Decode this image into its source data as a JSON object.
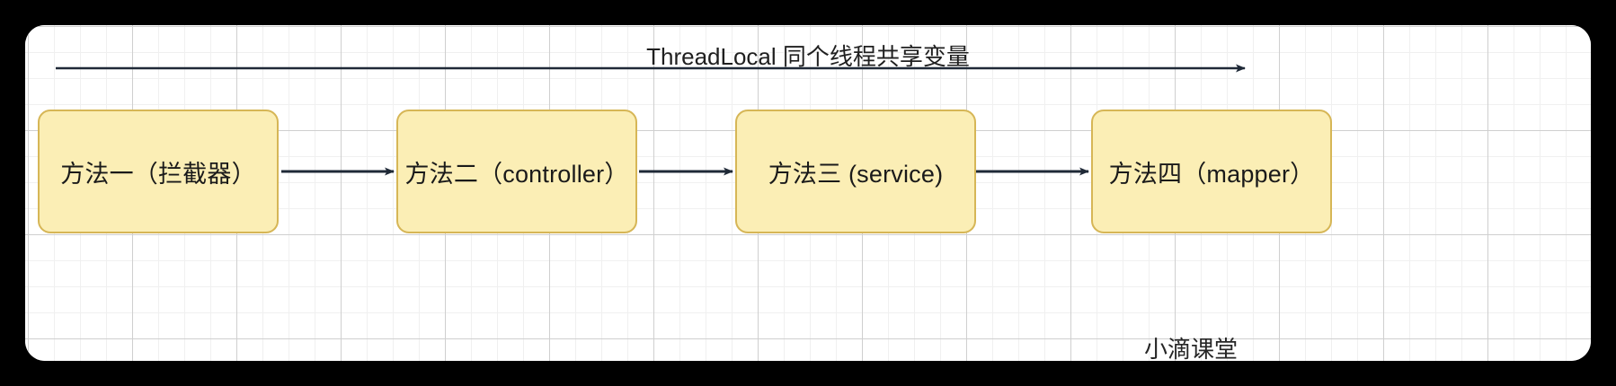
{
  "canvas": {
    "background_color": "#000000",
    "paper_color": "#ffffff",
    "grid_minor_color": "#f0f0f0",
    "grid_major_color": "#cfcfcf"
  },
  "diagram": {
    "title": "ThreadLocal 同个线程共享变量",
    "watermark": "小滴课堂",
    "arrow_color": "#1f2937",
    "box_fill": "#fbeeb5",
    "box_stroke": "#d6b656",
    "nodes": [
      {
        "id": "node-1",
        "label": "方法一（拦截器）"
      },
      {
        "id": "node-2",
        "label": "方法二（controller）"
      },
      {
        "id": "node-3",
        "label": "方法三 (service)"
      },
      {
        "id": "node-4",
        "label": "方法四（mapper）"
      }
    ],
    "connectors": [
      {
        "id": "span-arrow",
        "from": "left-edge",
        "to": "right-edge",
        "label": "ThreadLocal 同个线程共享变量"
      },
      {
        "id": "arrow-1-2",
        "from": "node-1",
        "to": "node-2"
      },
      {
        "id": "arrow-2-3",
        "from": "node-2",
        "to": "node-3"
      },
      {
        "id": "arrow-3-4",
        "from": "node-3",
        "to": "node-4"
      }
    ]
  }
}
